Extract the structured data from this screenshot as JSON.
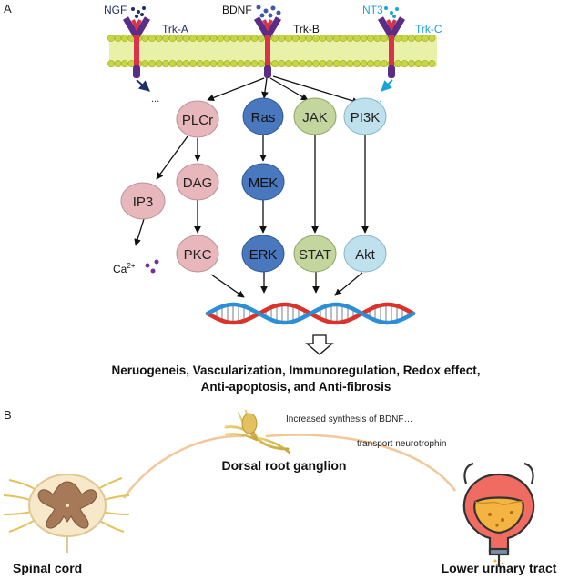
{
  "panel_a": {
    "label": "A",
    "receptors": [
      {
        "ligand": "NGF",
        "receptor": "Trk-A",
        "color": "#1f2f6b",
        "ellipsis": "..."
      },
      {
        "ligand": "BDNF",
        "receptor": "Trk-B",
        "color": "#1f2f6b"
      },
      {
        "ligand": "NT3",
        "receptor": "Trk-C",
        "color": "#1aa3d9",
        "ellipsis": "..."
      }
    ],
    "nodes": {
      "plcr": "PLCr",
      "ras": "Ras",
      "jak": "JAK",
      "pi3k": "PI3K",
      "ip3": "IP3",
      "dag": "DAG",
      "mek": "MEK",
      "pkc": "PKC",
      "erk": "ERK",
      "stat": "STAT",
      "akt": "Akt",
      "ca": "Ca",
      "ca_sup": "2+"
    },
    "colors": {
      "pink": "#e8b7bb",
      "blue": "#4a78be",
      "green": "#c4d69e",
      "light_blue": "#bfe1ee",
      "membrane": "#c8d640",
      "receptor_purple": "#5b2d86",
      "receptor_red": "#d8334a"
    },
    "outcome_line1": "Neruogeneis, Vascularization, Immunoregulation, Redox effect,",
    "outcome_line2": "Anti-apoptosis, and Anti-fibrosis"
  },
  "panel_b": {
    "label": "B",
    "synthesis_note": "Increased synthesis of BDNF…",
    "transport_note": "transport neurotrophin",
    "drg": "Dorsal root ganglion",
    "spinal_cord": "Spinal cord",
    "urinary": "Lower urinary tract"
  }
}
